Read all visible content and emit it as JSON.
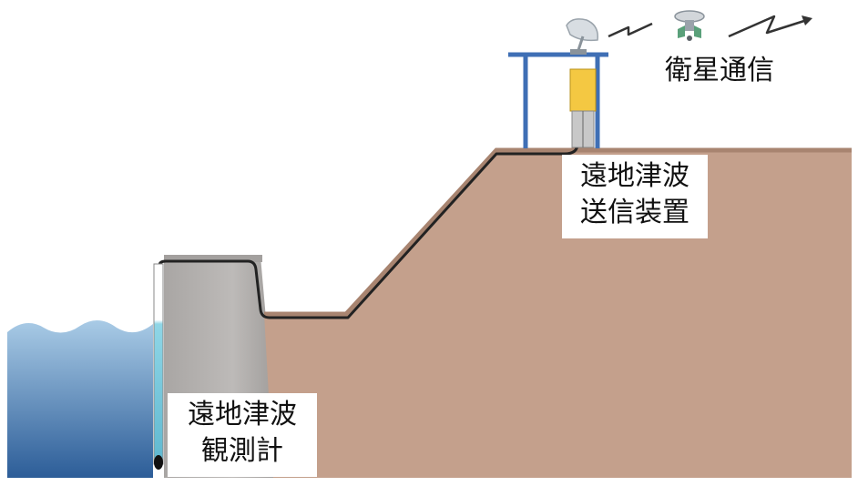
{
  "labels": {
    "satellite": "衛星通信",
    "transmitter_line1": "遠地津波",
    "transmitter_line2": "送信装置",
    "gauge_line1": "遠地津波",
    "gauge_line2": "観測計"
  },
  "colors": {
    "earth": "#c4a08c",
    "earth_edge": "#a88470",
    "sea_top": "#9ec3e0",
    "sea_bottom": "#2d5f9a",
    "wall": "#b3b0ae",
    "wall_shadow": "#8f8c8a",
    "frame": "#3f6fb5",
    "transmitter_box": "#f4c842",
    "cable": "#222222",
    "gauge_tube": "#7fd0e0"
  },
  "icons": {
    "satellite_dish": "satellite-dish-icon",
    "satellite": "satellite-icon",
    "signal": "signal-arrow-icon"
  }
}
